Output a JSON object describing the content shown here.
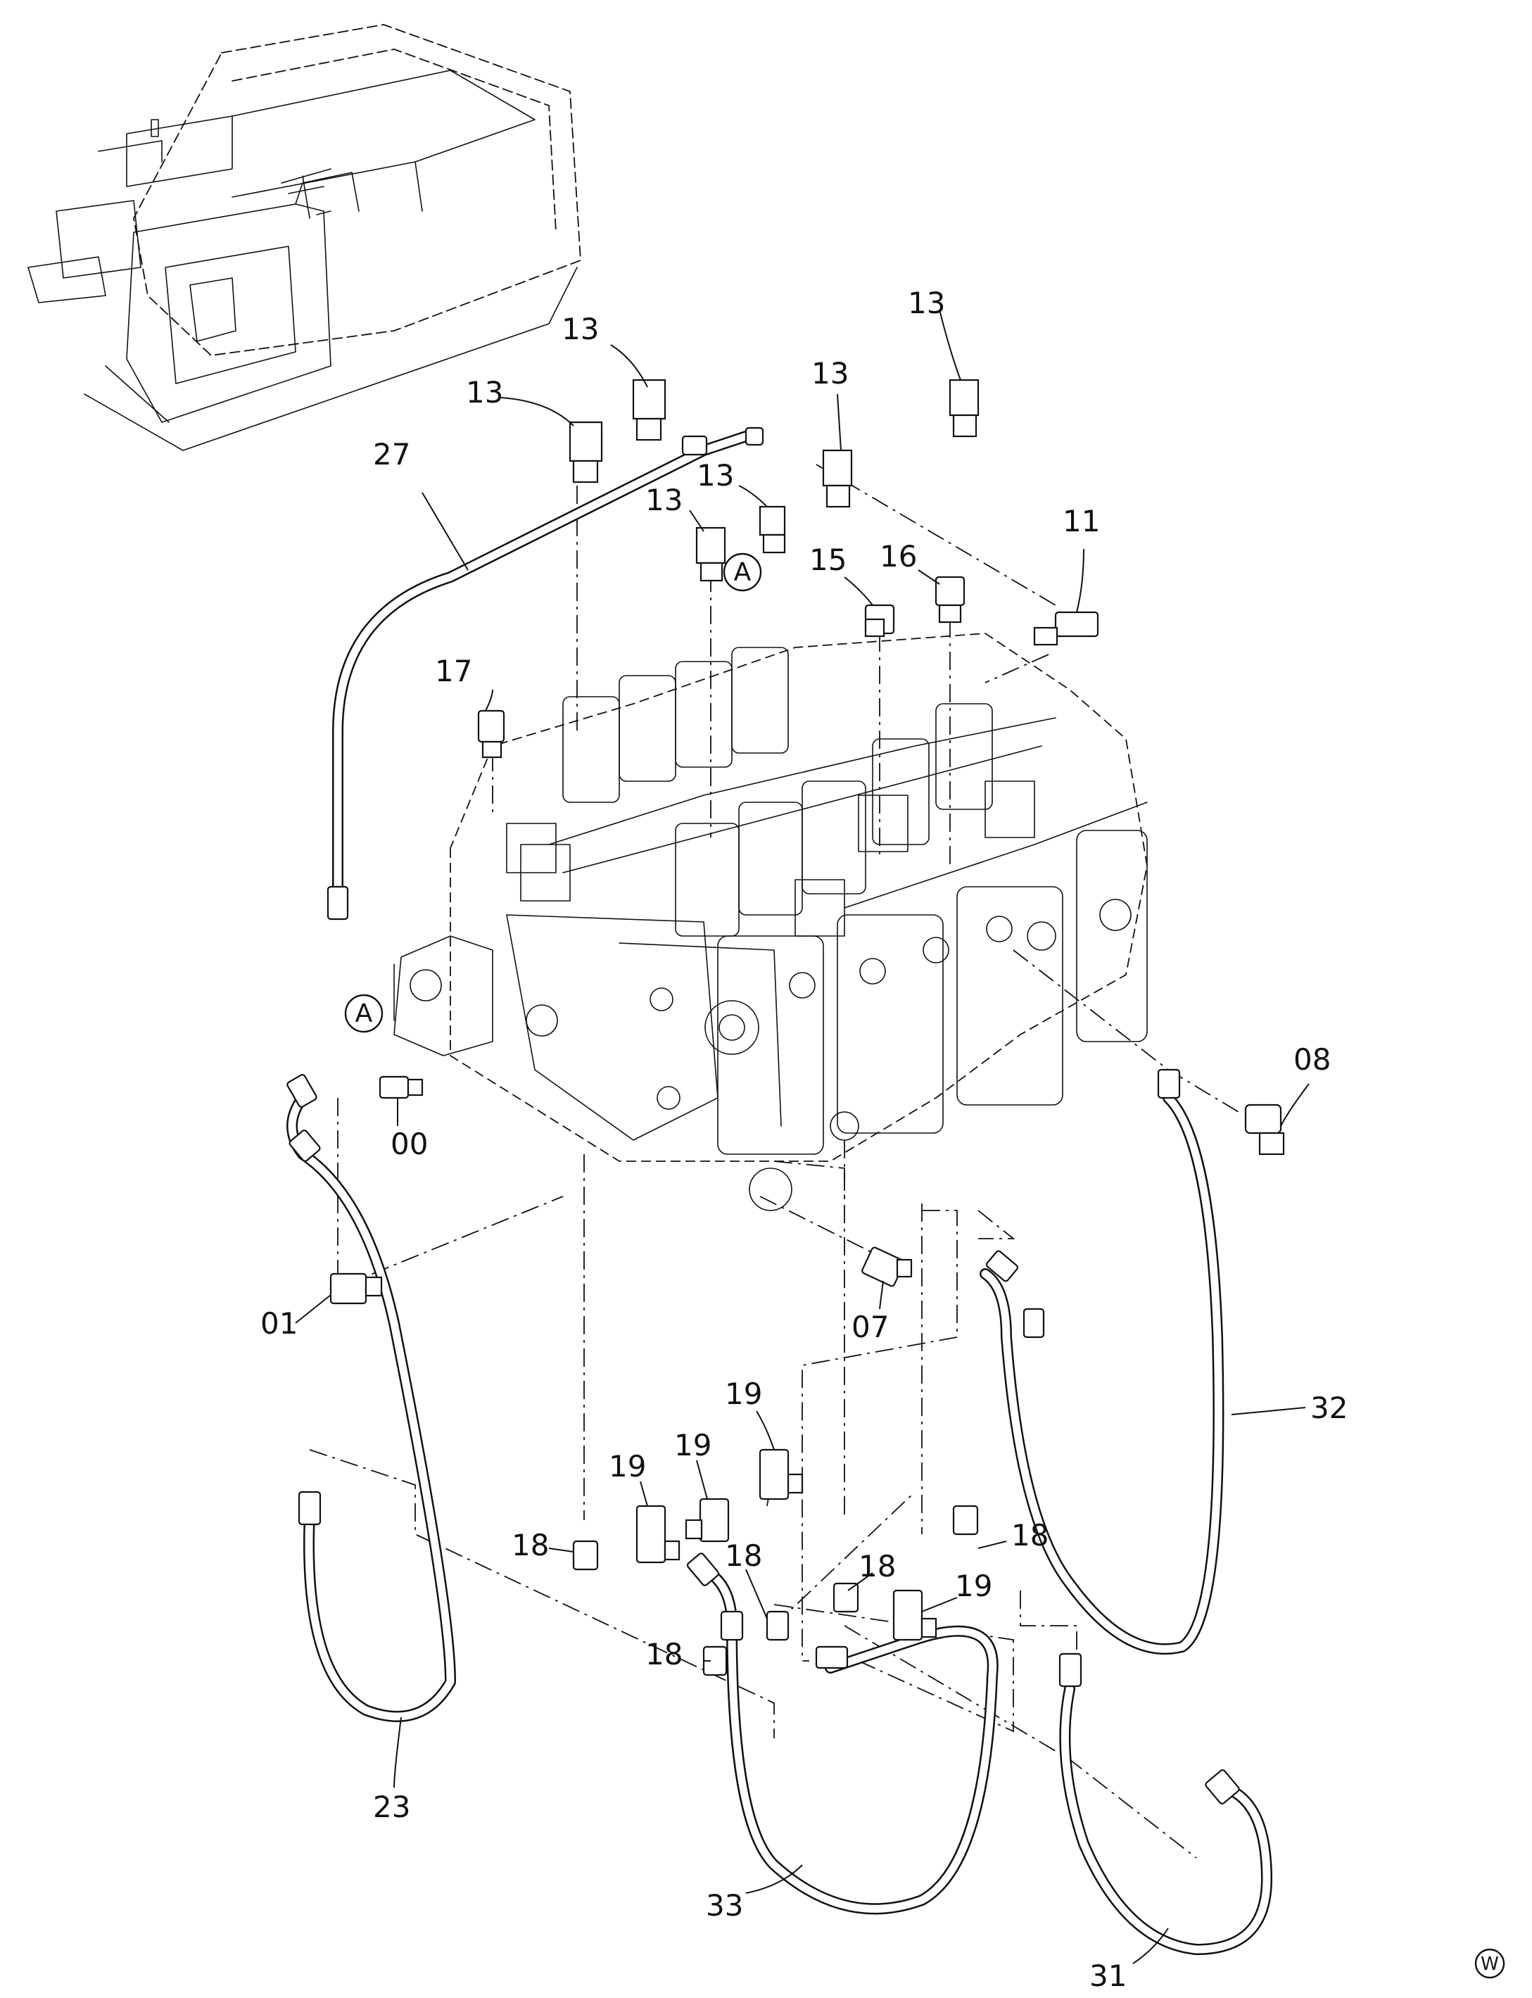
{
  "labels": {
    "p13": "13",
    "p11": "11",
    "p27": "27",
    "p15": "15",
    "p16": "16",
    "p17": "17",
    "p08": "08",
    "p00": "00",
    "p01": "01",
    "p07": "07",
    "p32": "32",
    "p19": "19",
    "p18": "18",
    "p23": "23",
    "p33": "33",
    "p31": "31"
  },
  "refs": {
    "a": "A",
    "w": "W"
  }
}
